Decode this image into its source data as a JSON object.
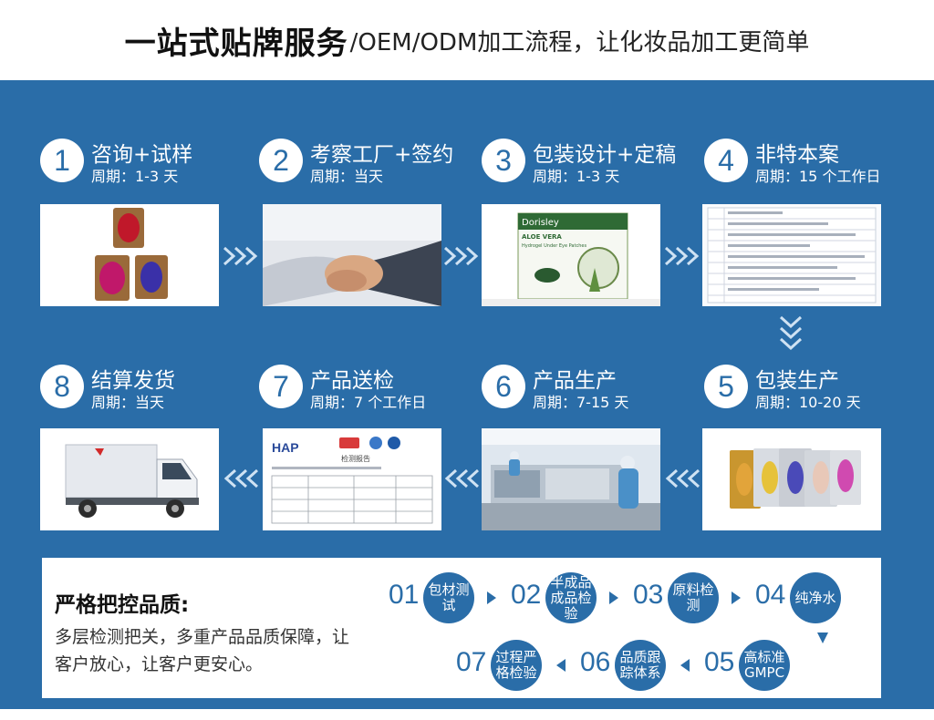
{
  "header": {
    "title_main": "一站式贴牌服务",
    "title_sub": "/OEM/ODM加工流程，让化妆品加工更简单"
  },
  "steps": [
    {
      "num": "1",
      "name": "咨询+试样",
      "period": "周期：1-3 天"
    },
    {
      "num": "2",
      "name": "考察工厂+签约",
      "period": "周期：当天"
    },
    {
      "num": "3",
      "name": "包装设计+定稿",
      "period": "周期：1-3 天"
    },
    {
      "num": "4",
      "name": "非特本案",
      "period": "周期：15 个工作日"
    },
    {
      "num": "5",
      "name": "包装生产",
      "period": "周期：10-20 天"
    },
    {
      "num": "6",
      "name": "产品生产",
      "period": "周期：7-15 天"
    },
    {
      "num": "7",
      "name": "产品送检",
      "period": "周期：7 个工作日"
    },
    {
      "num": "8",
      "name": "结算发货",
      "period": "周期：当天"
    }
  ],
  "photos": {
    "box_brand": "Dorisley",
    "box_product": "ALOE VERA",
    "box_subtitle": "Hydrogel Under Eye Patches",
    "cert_logo": "HAP",
    "cert_title": "检测报告"
  },
  "quality": {
    "title": "严格把控品质:",
    "desc": "多层检测把关，多重产品品质保障，让客户放心，让客户更安心。",
    "steps": [
      {
        "num": "01",
        "label": "包材测试"
      },
      {
        "num": "02",
        "label": "半成品成品检验"
      },
      {
        "num": "03",
        "label": "原料检测"
      },
      {
        "num": "04",
        "label": "纯净水"
      },
      {
        "num": "05",
        "label": "高标准GMPC"
      },
      {
        "num": "06",
        "label": "品质跟踪体系"
      },
      {
        "num": "07",
        "label": "过程严格检验"
      }
    ]
  },
  "colors": {
    "panel_blue": "#2a6da8",
    "white": "#ffffff"
  }
}
